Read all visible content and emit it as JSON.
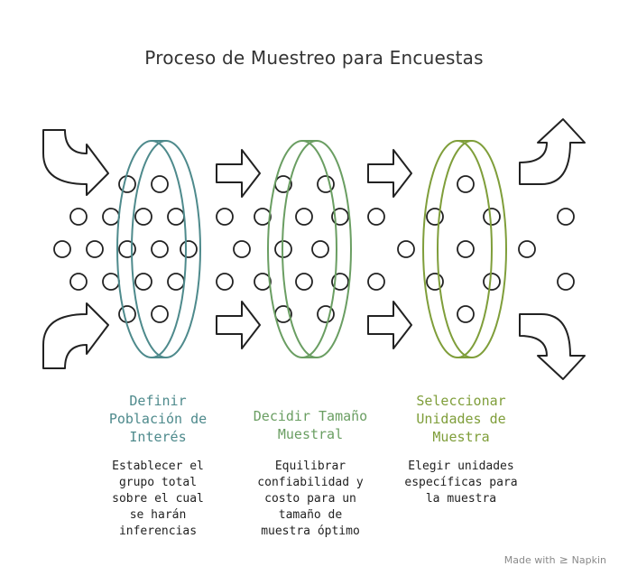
{
  "title": "Proceso de Muestreo para Encuestas",
  "stages": [
    {
      "title": "Definir\nPoblación de\nInterés",
      "description": "Establecer el\ngrupo total\nsobre el cual\nse harán\ninferencias",
      "color": "#4e8a8c"
    },
    {
      "title": "Decidir Tamaño\nMuestral",
      "description": "Equilibrar\nconfiabilidad y\ncosto para un\ntamaño de\nmuestra óptimo",
      "color": "#6a9e62"
    },
    {
      "title": "Seleccionar\nUnidades de\nMuestra",
      "description": "Elegir unidades\nespecíficas para\nla muestra",
      "color": "#7f9e3a"
    }
  ],
  "footer": {
    "made_with": "Made with",
    "brand": "Napkin"
  }
}
